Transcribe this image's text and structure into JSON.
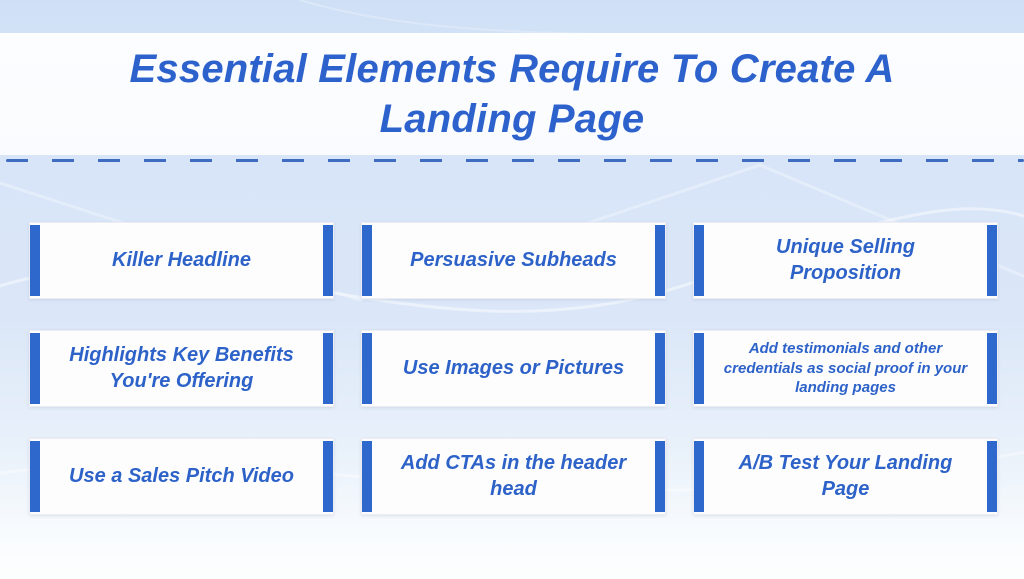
{
  "header": {
    "title_lines": [
      "Essential Elements Require To Create A",
      "Landing Page"
    ]
  },
  "cards": [
    {
      "label": "Killer Headline"
    },
    {
      "label": "Persuasive Subheads"
    },
    {
      "label": "Unique Selling Proposition"
    },
    {
      "label": "Highlights Key Benefits You're Offering"
    },
    {
      "label": "Use Images or Pictures"
    },
    {
      "label": "Add testimonials and other credentials as social proof in your landing pages"
    },
    {
      "label": "Use a Sales Pitch Video"
    },
    {
      "label": "Add CTAs in the header head"
    },
    {
      "label": "A/B Test Your Landing Page"
    }
  ],
  "colors": {
    "title_text": "#2d62cd",
    "card_text": "#2d62c8",
    "accent_bar": "#2e68cd",
    "dashed_divider": "#3e6cc0",
    "background_top": "#cfe0f6",
    "background_mid": "#dbe7f8",
    "background_bottom": "#fdfefe",
    "card_background": "#fdfdfe"
  }
}
